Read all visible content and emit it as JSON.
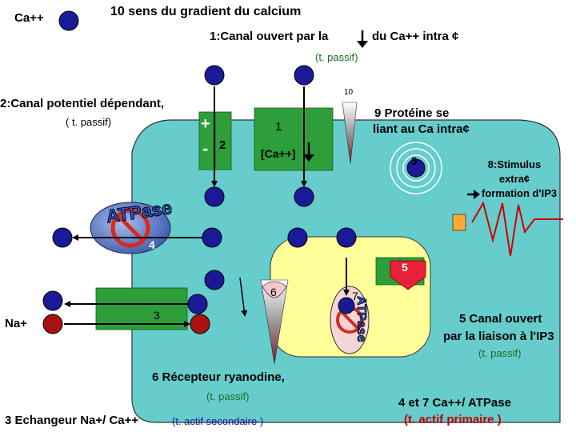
{
  "title": "10 sens du gradient du calcium",
  "legend_ca": "Ca++",
  "label_canal_ouvert": "1:Canal ouvert par la",
  "label_canal_ouvert_suffix": "du Ca++ intra ¢",
  "label_canal_ouvert_note": "(t. passif)",
  "label_10": "10",
  "label_canal_potentiel": "2:Canal potentiel dépendant,",
  "label_canal_potentiel_note": "( t. passif)",
  "label_plus": "+",
  "label_minus": "-",
  "label_2": "2",
  "label_1": "1",
  "label_ca_intra": "[Ca++]",
  "label_9_line1": "9 Protéine se",
  "label_9_line2": "liant au Ca intra¢",
  "label_9": "9",
  "label_8_line1": "8:Stimulus",
  "label_8_line2": "extra¢",
  "label_8_line3": "formation d'IP3",
  "atpase_text": "ATPase",
  "atpase_vertical_text": "ATPase",
  "label_4": "4",
  "label_5": "5",
  "label_6": "6",
  "label_7": "7",
  "label_3": "3",
  "label_na": "Na+",
  "label_5_line1": "5 Canal ouvert",
  "label_5_line2": "par la liaison à l'IP3",
  "label_5_note": "(t. passif)",
  "label_6_desc": "6 Récepteur ryanodine,",
  "label_6_note": "(t. passif)",
  "label_3_desc": "3 Echangeur Na+/ Ca++",
  "label_3_note": "(t. actif secondaire )",
  "label_47_line1": "4 et 7 Ca++/ ATPase",
  "label_47_line2": "(t. actif primaire )",
  "colors": {
    "cell": "#66cccc",
    "reticulum": "#ffff99",
    "ion_ca": "#1a1a99",
    "ion_na": "#aa1111",
    "channel_green": "#2e9e3a",
    "pump_blue": "#5577cc",
    "badge_red": "#e8203a",
    "note_green": "#1f6e1f",
    "note_red": "#c00000"
  },
  "icons": [
    "ion-ca-icon",
    "ion-na-icon",
    "arrow-down-icon",
    "arrow-right-icon",
    "prohibited-icon",
    "stimulus-zigzag-icon",
    "calcium-binding-protein-icon"
  ]
}
